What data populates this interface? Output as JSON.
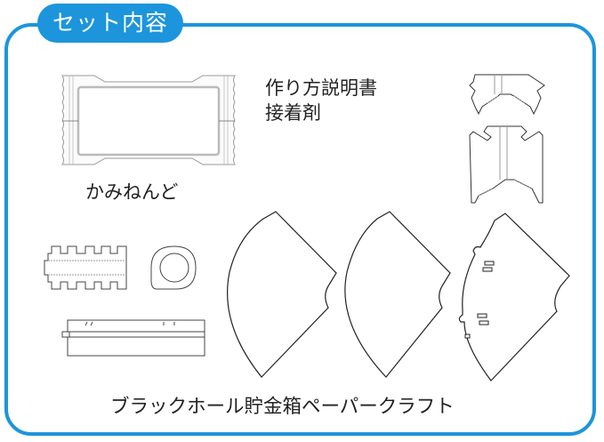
{
  "header": {
    "badge_label": "セット内容"
  },
  "items": {
    "wrapper_label": "かみねんど",
    "manual_label": "作り方説明書",
    "glue_label": "接着剤",
    "product_label": "ブラックホール貯金箱ペーパークラフト"
  },
  "colors": {
    "accent": "#1c95dc",
    "line": "#222222",
    "text": "#222222"
  }
}
